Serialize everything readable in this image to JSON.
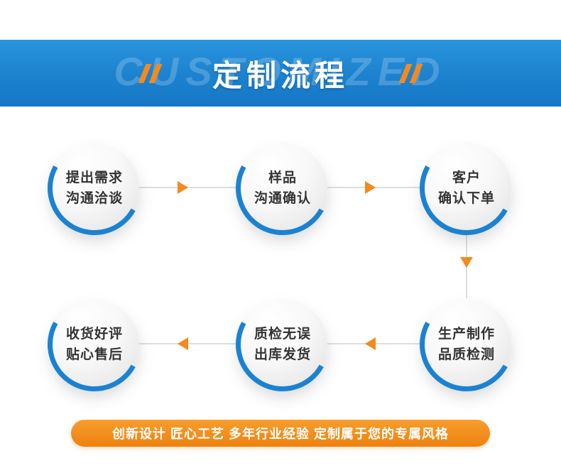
{
  "banner": {
    "watermark": "CUSTOMIZED",
    "title": "定制流程"
  },
  "flow": {
    "steps": [
      {
        "line1": "提出需求",
        "line2": "沟通洽谈"
      },
      {
        "line1": "样品",
        "line2": "沟通确认"
      },
      {
        "line1": "客户",
        "line2": "确认下单"
      },
      {
        "line1": "生产制作",
        "line2": "品质检测"
      },
      {
        "line1": "质检无误",
        "line2": "出库发货"
      },
      {
        "line1": "收货好评",
        "line2": "贴心售后"
      }
    ]
  },
  "footer": {
    "slogan": "创新设计 匠心工艺 多年行业经验 定制属于您的专属风格"
  },
  "colors": {
    "banner_blue": "#1b80cd",
    "accent_orange": "#f5891d",
    "arc_blue": "#1b82d2"
  }
}
